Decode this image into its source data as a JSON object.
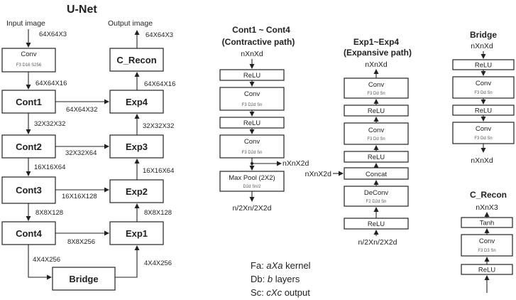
{
  "unet": {
    "title": "U-Net",
    "input_label": "Input image",
    "output_label": "Output image",
    "conv": {
      "label": "Conv",
      "params": "F3 D16 S256"
    },
    "c_recon": "C_Recon",
    "cont": [
      "Cont1",
      "Cont2",
      "Cont3",
      "Cont4"
    ],
    "exp": [
      "Exp4",
      "Exp3",
      "Exp2",
      "Exp1"
    ],
    "bridge": "Bridge",
    "dims": {
      "input": "64X64X3",
      "output": "64X64X3",
      "conv_to_cont1": "64X64X16",
      "exp4_to_crecon": "64X64X16",
      "cont1_skip": "64X64X32",
      "cont1_to_cont2": "32X32X32",
      "exp3_to_exp4": "32X32X32",
      "cont2_skip": "32X32X64",
      "cont2_to_cont3": "16X16X64",
      "exp2_to_exp3": "16X16X64",
      "cont3_skip": "16X16X128",
      "cont3_to_cont4": "8X8X128",
      "exp1_to_exp2": "8X8X128",
      "cont4_skip": "8X8X256",
      "cont4_to_bridge": "4X4X256",
      "bridge_to_exp1": "4X4X256"
    }
  },
  "contractive": {
    "title": "Cont1 ~ Cont4",
    "subtitle": "(Contractive path)",
    "input": "nXnXd",
    "blocks": [
      {
        "label": "ReLU"
      },
      {
        "label": "Conv",
        "params": "F3 D2d Sn"
      },
      {
        "label": "ReLU"
      },
      {
        "label": "Conv",
        "params": "F3 D2d Sn"
      },
      {
        "label": "Max Pool (2X2)",
        "params": "D2d Sn/2"
      }
    ],
    "skip_out": "nXnX2d",
    "output": "n/2Xn/2X2d"
  },
  "expansive": {
    "title": "Exp1~Exp4",
    "subtitle": "(Expansive path)",
    "output": "nXnXd",
    "blocks": [
      {
        "label": "Conv",
        "params": "F3 Dd Sn"
      },
      {
        "label": "ReLU"
      },
      {
        "label": "Conv",
        "params": "F3 Dd Sn"
      },
      {
        "label": "ReLU"
      },
      {
        "label": "Concat"
      },
      {
        "label": "DeConv",
        "params": "F2 D2d Sn"
      },
      {
        "label": "ReLU"
      }
    ],
    "skip_in": "nXnX2d",
    "input": "n/2Xn/2X2d"
  },
  "bridge": {
    "title": "Bridge",
    "input": "nXnXd",
    "blocks": [
      {
        "label": "ReLU"
      },
      {
        "label": "Conv",
        "params": "F3 Dd Sn"
      },
      {
        "label": "ReLU"
      },
      {
        "label": "Conv",
        "params": "F3 Dd Sn"
      }
    ],
    "output": "nXnXd"
  },
  "c_recon": {
    "title": "C_Recon",
    "output": "nXnX3",
    "blocks": [
      {
        "label": "Tanh"
      },
      {
        "label": "Conv",
        "params": "F3 D3 Sn"
      },
      {
        "label": "ReLU"
      }
    ]
  },
  "legend": {
    "fa": {
      "pre": "Fa: ",
      "em": "aXa",
      "post": " kernel"
    },
    "db": {
      "pre": "Db: ",
      "em": "b",
      "post": " layers"
    },
    "sc": {
      "pre": "Sc: ",
      "em": "cXc",
      "post": " output"
    }
  }
}
